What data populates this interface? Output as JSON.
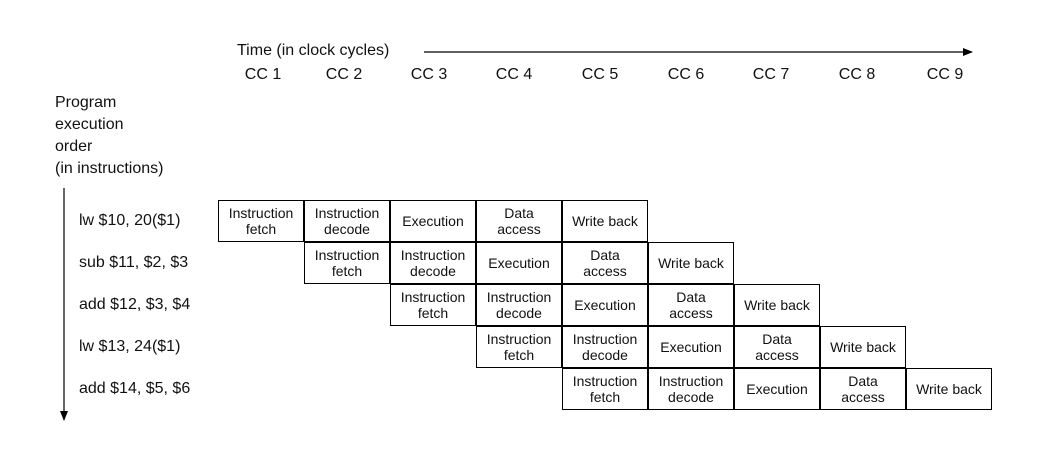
{
  "time_label": "Time (in clock cycles)",
  "clock_cycles": [
    "CC 1",
    "CC 2",
    "CC 3",
    "CC 4",
    "CC 5",
    "CC 6",
    "CC 7",
    "CC 8",
    "CC 9"
  ],
  "order_label": "Program\nexecution\norder\n(in instructions)",
  "instructions": [
    {
      "text": "lw $10, 20($1)",
      "start": 0
    },
    {
      "text": "sub $11, $2, $3",
      "start": 1
    },
    {
      "text": "add $12, $3, $4",
      "start": 2
    },
    {
      "text": "lw $13, 24($1)",
      "start": 3
    },
    {
      "text": "add $14, $5, $6",
      "start": 4
    }
  ],
  "stages": [
    "Instruction\nfetch",
    "Instruction\ndecode",
    "Execution",
    "Data\naccess",
    "Write back"
  ]
}
